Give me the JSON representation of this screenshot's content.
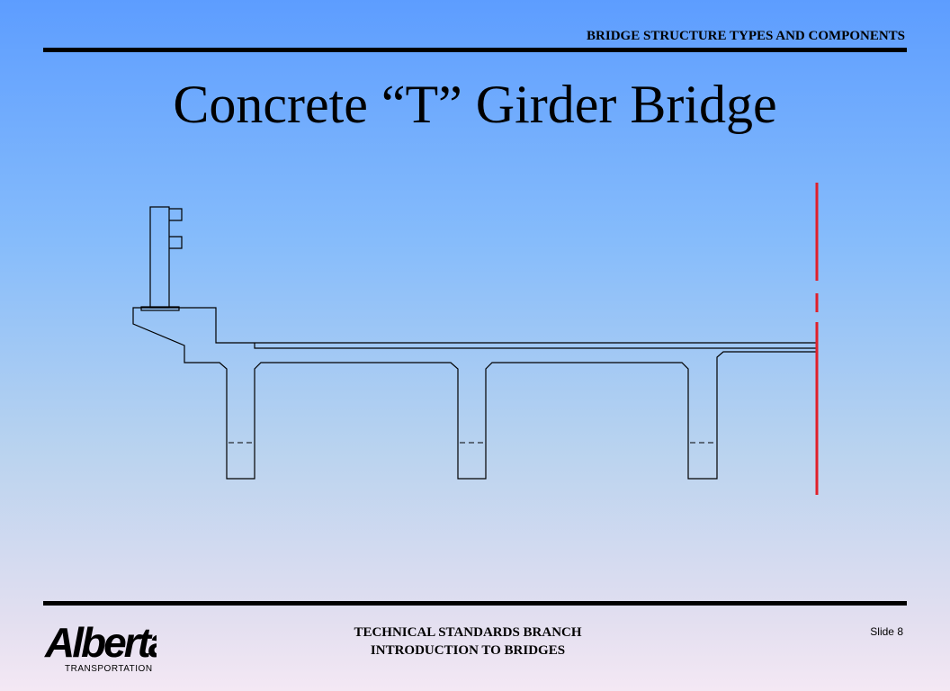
{
  "header": {
    "section_title": "BRIDGE STRUCTURE TYPES AND COMPONENTS"
  },
  "slide": {
    "title": "Concrete “T” Girder Bridge"
  },
  "footer": {
    "branch": "TECHNICAL STANDARDS BRANCH",
    "course": "INTRODUCTION TO BRIDGES",
    "slide_number": "Slide 8",
    "logo_text": "Alberta",
    "logo_subtext": "TRANSPORTATION"
  },
  "colors": {
    "centerline": "#e0202a",
    "outline": "#000000",
    "rule": "#000000"
  },
  "icons": {
    "logo": "alberta-logo"
  }
}
